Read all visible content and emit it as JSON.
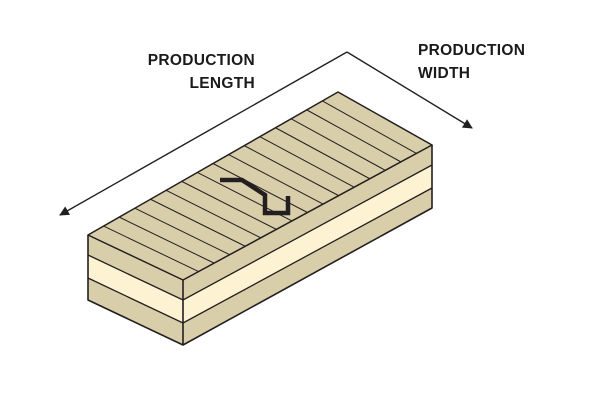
{
  "labels": {
    "length_line1": "PRODUCTION",
    "length_line2": "LENGTH",
    "width_line1": "PRODUCTION",
    "width_line2": "WIDTH"
  },
  "colors": {
    "top_face": "#d9ceaa",
    "lamination": "#d9ceaa",
    "core_layer": "#fdf3d2",
    "outline": "#231f20",
    "background": "#ffffff"
  },
  "panel": {
    "top_lamination_lines": 15,
    "layers": [
      "outer-lamination",
      "core-lamination",
      "outer-lamination"
    ]
  },
  "icons": {
    "grain_symbol": "z-grain-direction-icon",
    "length_arrow": "arrow-length-icon",
    "width_arrow": "arrow-width-icon"
  }
}
